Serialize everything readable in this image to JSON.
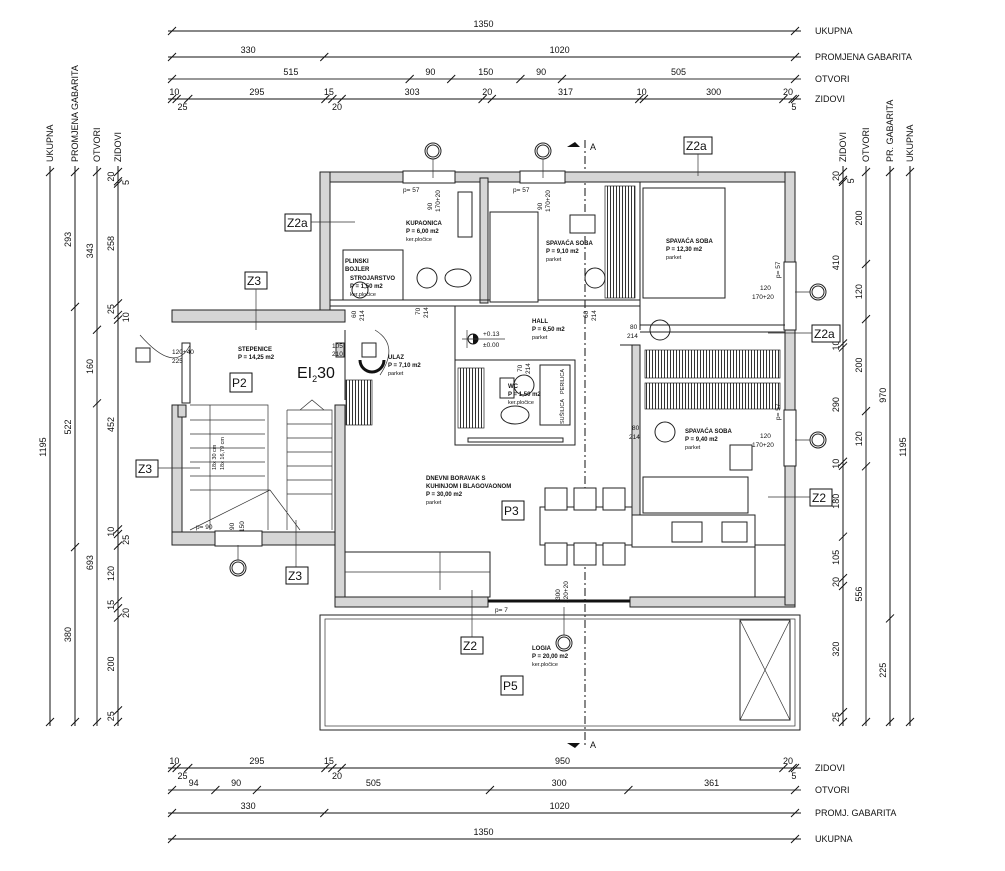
{
  "section_axis": "A",
  "dimensions": {
    "top": [
      {
        "label": "UKUPNA",
        "segments": [
          1350
        ]
      },
      {
        "label": "PROMJENA GABARITA",
        "segments": [
          330,
          1020
        ]
      },
      {
        "label": "OTVORI",
        "segments": [
          515,
          90,
          150,
          90,
          505
        ]
      },
      {
        "label": "ZIDOVI",
        "segments": [
          10,
          25,
          295,
          15,
          20,
          303,
          20,
          317,
          10,
          300,
          20,
          5
        ]
      }
    ],
    "bottom": [
      {
        "label": "ZIDOVI",
        "segments": [
          10,
          25,
          295,
          15,
          20,
          950,
          20,
          5
        ]
      },
      {
        "label": "OTVORI",
        "segments": [
          94,
          90,
          505,
          300,
          361
        ]
      },
      {
        "label": "PROMJ. GABARITA",
        "segments": [
          330,
          1020
        ]
      },
      {
        "label": "UKUPNA",
        "segments": [
          1350
        ]
      }
    ],
    "left": [
      {
        "label": "UKUPNA",
        "segments": [
          1195
        ]
      },
      {
        "label": "PROMJENA GABARITA",
        "segments": [
          293,
          522,
          380
        ]
      },
      {
        "label": "OTVORI",
        "segments": [
          343,
          160,
          693
        ]
      },
      {
        "label": "ZIDOVI",
        "segments": [
          20,
          5,
          258,
          25,
          10,
          452,
          10,
          25,
          120,
          15,
          20,
          200,
          25
        ]
      }
    ],
    "right": [
      {
        "label": "ZIDOVI",
        "segments": [
          20,
          5,
          410,
          10,
          290,
          10,
          180,
          105,
          20,
          320,
          25
        ]
      },
      {
        "label": "OTVORI",
        "segments": [
          200,
          120,
          200,
          120,
          556
        ]
      },
      {
        "label": "PR. GABARITA",
        "segments": [
          970,
          225
        ]
      },
      {
        "label": "UKUPNA",
        "segments": [
          1195
        ]
      }
    ]
  },
  "rooms": {
    "kupaonica": {
      "name": "KUPAONICA",
      "area": "P = 6,00 m2",
      "floor": "ker.pločice"
    },
    "spavaca1": {
      "name": "SPAVAĆA SOBA",
      "area": "P = 9,10 m2",
      "floor": "parket"
    },
    "spavaca2": {
      "name": "SPAVAĆA SOBA",
      "area": "P = 12,30 m2",
      "floor": "parket"
    },
    "bojler": {
      "name1": "PLINSKI",
      "name2": "BOJLER"
    },
    "strojarstvo": {
      "name": "STROJARSTVO",
      "area": "P = 1,50 m2",
      "floor": "ker.pločice"
    },
    "hall": {
      "name": "HALL",
      "area": "P = 6,50 m2",
      "floor": "parket"
    },
    "stepenice": {
      "name": "STEPENICE",
      "area": "P = 14,25 m2"
    },
    "ulaz": {
      "name": "ULAZ",
      "area": "P = 7,10 m2",
      "floor": "parket"
    },
    "wc": {
      "name": "WC",
      "area": "P = 1,50 m2",
      "floor": "ker.pločice"
    },
    "spavaca3": {
      "name": "SPAVAĆA SOBA",
      "area": "P = 9,40 m2",
      "floor": "parket"
    },
    "dnevni": {
      "name1": "DNEVNI BORAVAK S",
      "name2": "KUHINJOM I BLAGOVAONOM",
      "area": "P = 30,00 m2",
      "floor": "parket"
    },
    "logia": {
      "name": "LOGIA",
      "area": "P = 20,00 m2",
      "floor": "ker.pločice"
    }
  },
  "tags": {
    "z2a_1": "Z2a",
    "z3_1": "Z3",
    "z2a_2": "Z2a",
    "z2a_3": "Z2a",
    "p2": "P2",
    "z3_2": "Z3",
    "p3": "P3",
    "z2_1": "Z2",
    "z3_3": "Z3",
    "z2_2": "Z2",
    "p5": "P5",
    "fire_rating": "EI",
    "fire_sub": "2",
    "fire_min": "30"
  },
  "levels": {
    "upper": "+0.13",
    "lower": "±0.00"
  },
  "stairs": {
    "tread": "18x 30 cm",
    "riser": "18x 16,79 cm"
  },
  "appliances": {
    "dryer": "SUŠILICA",
    "washer": "PERILICA"
  },
  "openings": {
    "bath_win_p": "p= 57",
    "bath_win_w": "90",
    "bath_win_h": "170+20",
    "bed1_win_p": "p= 57",
    "bed1_win_w": "90",
    "bed1_win_h": "170+20",
    "bed2_win_p": "p= 57",
    "bed2_win_w": "120",
    "bed2_win_h": "170+20",
    "bed3_win_p": "p= 57",
    "bed3_win_w": "120",
    "bed3_win_h": "170+20",
    "stair_door_w": "120+40",
    "stair_door_h": "225",
    "entry_door_w": "105",
    "entry_door_h": "210",
    "bath_door_w": "70",
    "bath_door_h": "214",
    "stor_door_w": "60",
    "stor_door_h": "214",
    "bed1_door_w": "60",
    "bed1_door_h": "214",
    "bed2_door_w": "80",
    "bed2_door_h": "214",
    "wc_door_w": "70",
    "wc_door_h": "214",
    "bed3_door_w": "80",
    "bed3_door_h": "214",
    "logia_door_w": "300",
    "logia_door_h": "220+20",
    "logia_door_p": "p= 7",
    "stair_win_p": "p= 90",
    "stair_win_w": "90",
    "stair_win_h": "150"
  }
}
